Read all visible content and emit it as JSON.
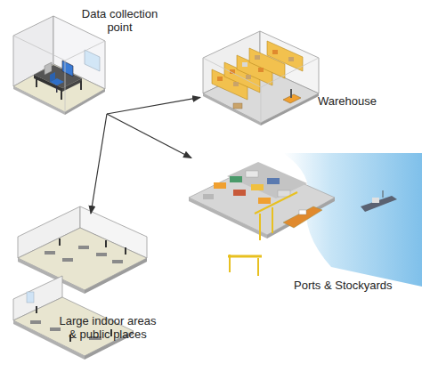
{
  "diagram": {
    "nodes": [
      {
        "text": [
          "Data collection point"
        ]
      },
      {
        "text": [
          "Warehouse"
        ]
      },
      {
        "text": [
          "Ports & Stockyards"
        ]
      },
      {
        "text": [
          "Large indoor areas & public places"
        ]
      }
    ],
    "edges": [
      {
        "from": 0,
        "to": 1,
        "arrow": "to"
      },
      {
        "from": 0,
        "to": 2,
        "arrow": "to"
      },
      {
        "from": 0,
        "to": 3,
        "arrow": "to"
      }
    ]
  }
}
